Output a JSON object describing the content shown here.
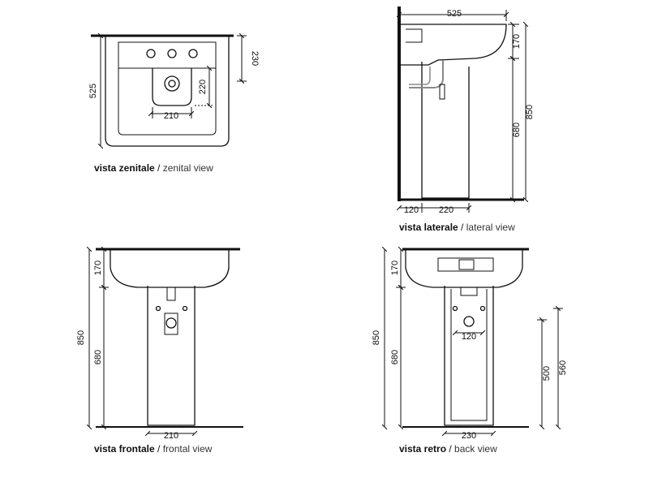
{
  "views": {
    "zenital": {
      "caption_it": "vista zenitale",
      "caption_sep": " / ",
      "caption_en": "zenital view",
      "dims": {
        "depth": "525",
        "back_to_tap": "230",
        "bowl_depth": "220",
        "drain_width": "210"
      }
    },
    "lateral": {
      "caption_it": "vista laterale",
      "caption_sep": " / ",
      "caption_en": "lateral view",
      "dims": {
        "depth": "525",
        "basin_height": "170",
        "total_height": "850",
        "pedestal_height": "680",
        "wall_gap": "120",
        "pedestal_depth": "220"
      }
    },
    "frontal": {
      "caption_it": "vista frontale",
      "caption_sep": " / ",
      "caption_en": "frontal view",
      "dims": {
        "total_height": "850",
        "basin_height": "170",
        "pedestal_height": "680",
        "base_width": "210"
      }
    },
    "back": {
      "caption_it": "vista retro",
      "caption_sep": " / ",
      "caption_en": "back view",
      "dims": {
        "total_height": "850",
        "basin_height": "170",
        "pedestal_height": "680",
        "hole_spacing": "120",
        "base_width": "230",
        "inlet_height": "500",
        "outlet_height": "560"
      }
    }
  }
}
